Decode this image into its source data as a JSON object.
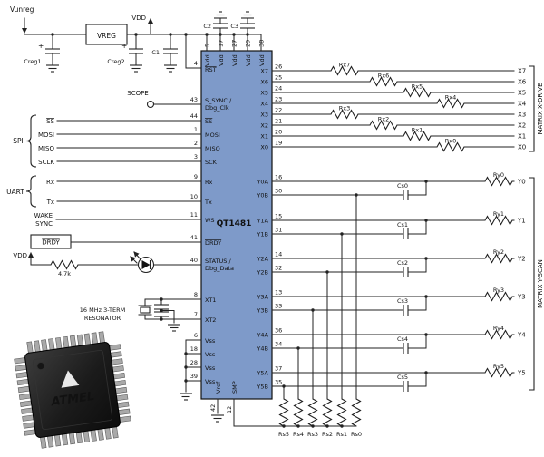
{
  "power": {
    "vunreg": "Vunreg",
    "vreg": "VREG",
    "vdd": "VDD",
    "plus": "+",
    "creg1": "Creg1",
    "creg2": "Creg2",
    "c1": "C1",
    "c2": "C2",
    "c3": "C3"
  },
  "ic": {
    "name": "QT1481",
    "top_pins": {
      "labels": [
        "Vdd",
        "Vdd",
        "Vdd",
        "Vdd",
        "Vdd"
      ],
      "numbers": [
        "5",
        "17",
        "27",
        "29",
        "38"
      ]
    },
    "bottom_pins": {
      "vref_label": "Vref",
      "vref_num": "42",
      "smp_label": "SMP",
      "smp_num": "12"
    }
  },
  "left": {
    "scope": "SCOPE",
    "spi": "SPI",
    "uart": "UART",
    "wake1": "WAKE",
    "wake2": "SYNC",
    "drdy_box": "DRDY",
    "vdd": "VDD",
    "r_value": "4.7k",
    "resonator1": "16 MHz 3-TERM",
    "resonator2": "RESONATOR",
    "pins": [
      {
        "num": "4",
        "name": "RST"
      },
      {
        "num": "43",
        "name": "S_SYNC /",
        "name2": "Dbg_Clk"
      },
      {
        "num": "44",
        "name": "SS",
        "ext": "SS"
      },
      {
        "num": "1",
        "name": "MOSI",
        "ext": "MOSI"
      },
      {
        "num": "2",
        "name": "MISO",
        "ext": "MISO"
      },
      {
        "num": "3",
        "name": "SCK",
        "ext": "SCLK"
      },
      {
        "num": "9",
        "name": "Rx",
        "ext": "Rx"
      },
      {
        "num": "10",
        "name": "Tx",
        "ext": "Tx"
      },
      {
        "num": "11",
        "name": "WS"
      },
      {
        "num": "41",
        "name": "DRDY"
      },
      {
        "num": "40",
        "name": "STATUS /",
        "name2": "Dbg_Data"
      },
      {
        "num": "8",
        "name": "XT1"
      },
      {
        "num": "7",
        "name": "XT2"
      },
      {
        "num": "6",
        "name": "Vss"
      },
      {
        "num": "18",
        "name": "Vss"
      },
      {
        "num": "28",
        "name": "Vss"
      },
      {
        "num": "39",
        "name": "Vss"
      }
    ]
  },
  "x_drive": {
    "bracket": "MATRIX X-DRIVE",
    "rows": [
      {
        "num": "26",
        "pin": "X7",
        "res": "Rx7",
        "term": "X7"
      },
      {
        "num": "25",
        "pin": "X6",
        "res": "Rx6",
        "term": "X6"
      },
      {
        "num": "24",
        "pin": "X5",
        "res": "Rx5",
        "term": "X5"
      },
      {
        "num": "23",
        "pin": "X4",
        "res": "Rx4",
        "term": "X4"
      },
      {
        "num": "22",
        "pin": "X3",
        "res": "Rx3",
        "term": "X3"
      },
      {
        "num": "21",
        "pin": "X2",
        "res": "Rx2",
        "term": "X2"
      },
      {
        "num": "20",
        "pin": "X1",
        "res": "Rx1",
        "term": "X1"
      },
      {
        "num": "19",
        "pin": "X0",
        "res": "Rx0",
        "term": "X0"
      }
    ]
  },
  "y_scan": {
    "bracket": "MATRIX Y-SCAN",
    "rows": [
      {
        "num_a": "16",
        "pin_a": "Y0A",
        "num_b": "30",
        "pin_b": "Y0B",
        "cap": "Cs0",
        "res": "Ry0",
        "term": "Y0"
      },
      {
        "num_a": "15",
        "pin_a": "Y1A",
        "num_b": "31",
        "pin_b": "Y1B",
        "cap": "Cs1",
        "res": "Ry1",
        "term": "Y1"
      },
      {
        "num_a": "14",
        "pin_a": "Y2A",
        "num_b": "32",
        "pin_b": "Y2B",
        "cap": "Cs2",
        "res": "Ry2",
        "term": "Y2"
      },
      {
        "num_a": "13",
        "pin_a": "Y3A",
        "num_b": "33",
        "pin_b": "Y3B",
        "cap": "Cs3",
        "res": "Ry3",
        "term": "Y3"
      },
      {
        "num_a": "36",
        "pin_a": "Y4A",
        "num_b": "34",
        "pin_b": "Y4B",
        "cap": "Cs4",
        "res": "Ry4",
        "term": "Y4"
      },
      {
        "num_a": "37",
        "pin_a": "Y5A",
        "num_b": "35",
        "pin_b": "Y5B",
        "cap": "Cs5",
        "res": "Ry5",
        "term": "Y5"
      }
    ]
  },
  "sample_resistors": [
    "Rs5",
    "Rs4",
    "Rs3",
    "Rs2",
    "Rs1",
    "Rs0"
  ],
  "chip_photo": {
    "logo": "ATMEL"
  },
  "colors": {
    "ic_fill": "#7e9ac9",
    "wire": "#222222"
  }
}
